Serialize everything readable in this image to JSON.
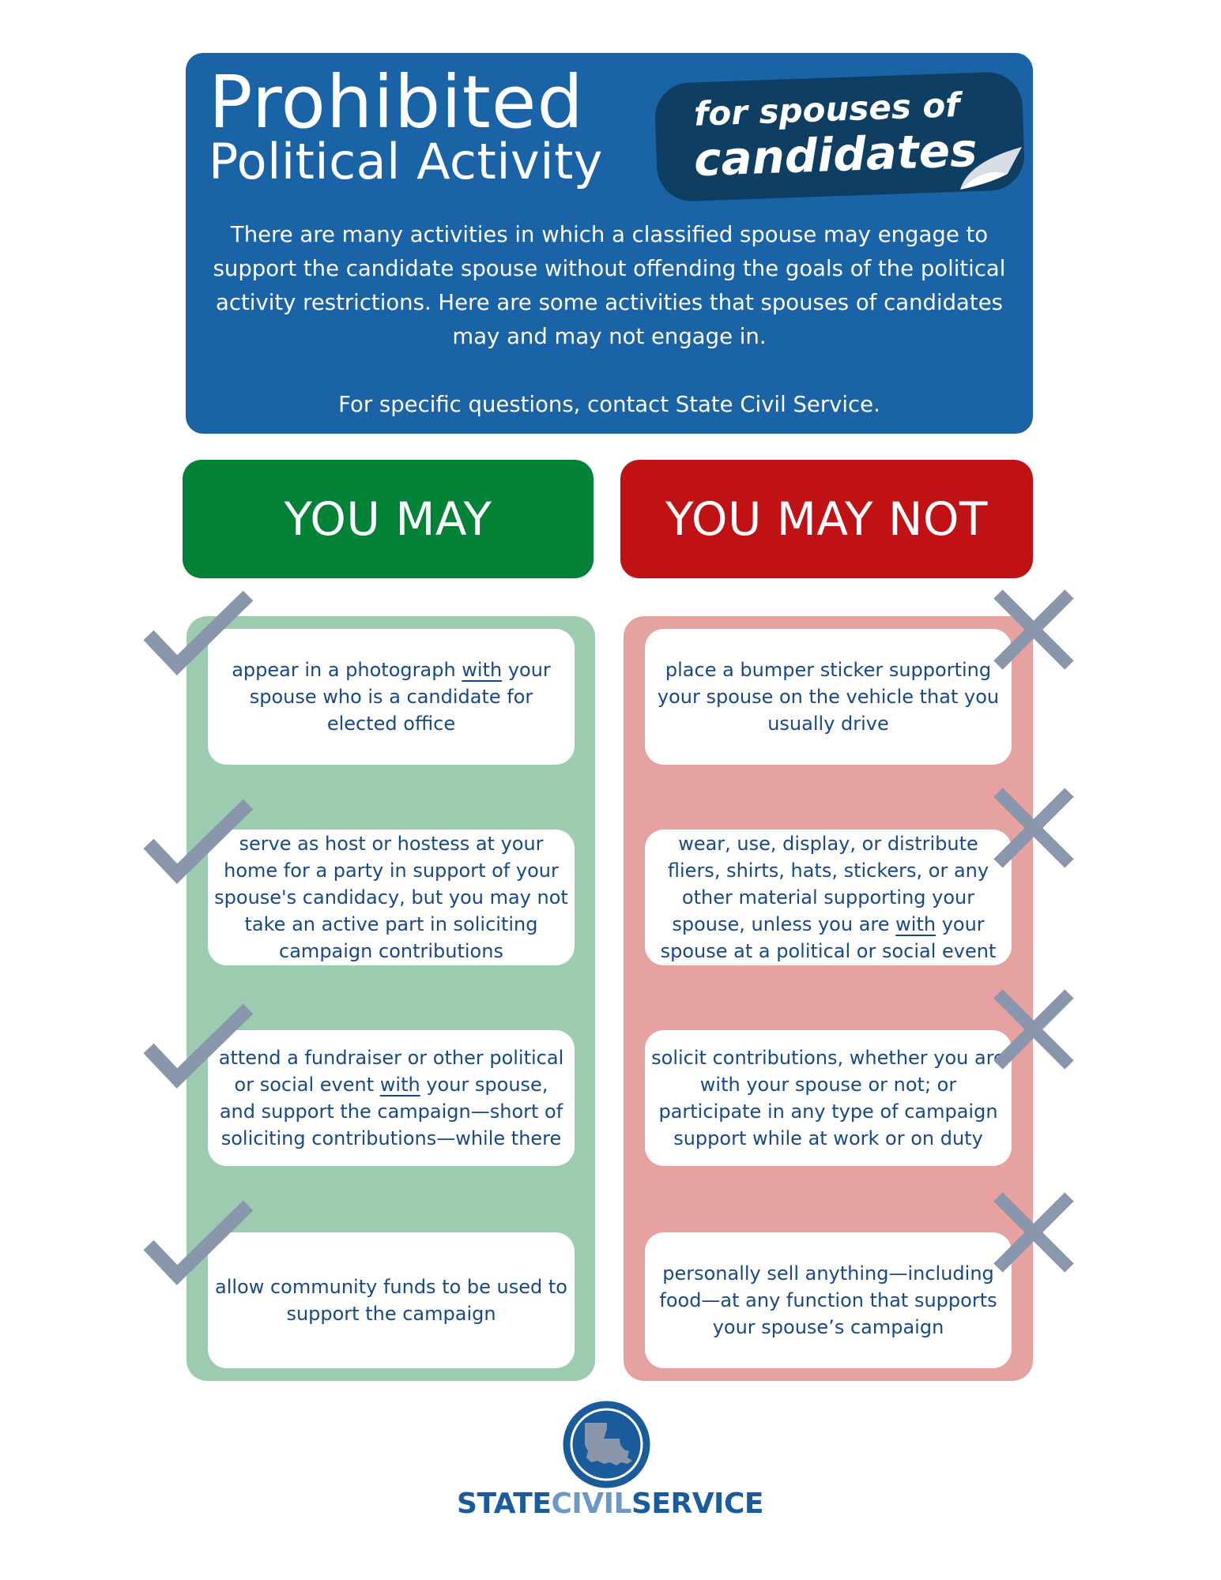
{
  "header": {
    "title_main": "Prohibited",
    "title_sub": "Political Activity",
    "tag_line1": "for spouses of",
    "tag_line2": "candidates",
    "intro": "There are many activities in which a classified spouse may engage to support the candidate spouse without offending the goals of the political activity restrictions. Here are some activities that spouses of candidates may and may not engage in.",
    "contact": "For specific questions, contact State Civil Service."
  },
  "columns": {
    "may_title": "YOU MAY",
    "may_not_title": "YOU MAY NOT"
  },
  "may_items": [
    {
      "before": "appear in a photograph ",
      "underline": "with",
      "after": " your spouse who is a candidate for elected office"
    },
    {
      "before": "serve as host or hostess at your home for a party in support of your spouse's candidacy, but you may not take an active part in soliciting campaign contributions",
      "underline": "",
      "after": ""
    },
    {
      "before": "attend a fundraiser or other political or social event ",
      "underline": "with",
      "after": " your spouse, and support the campaign—short of soliciting contributions—while there"
    },
    {
      "before": "allow community funds to be used to support the campaign",
      "underline": "",
      "after": ""
    }
  ],
  "may_not_items": [
    {
      "before": "place a bumper sticker supporting your spouse on the vehicle that you usually drive",
      "underline": "",
      "after": ""
    },
    {
      "before": "wear, use, display, or distribute fliers, shirts, hats, stickers, or any other material supporting your spouse, unless you are ",
      "underline": "with",
      "after": " your spouse at a political or social event"
    },
    {
      "before": "solicit contributions, whether you are with your spouse or not; or participate in any type of  campaign support while at work or on duty",
      "underline": "",
      "after": ""
    },
    {
      "before": "personally sell anything—including food—at any function that supports your spouse’s campaign",
      "underline": "",
      "after": ""
    }
  ],
  "logo": {
    "part1": "STATE",
    "part2": "CIVIL",
    "part3": "SERVICE",
    "icon": "louisiana-state-icon"
  },
  "colors": {
    "header_blue": "#1a63a6",
    "tag_navy": "#0f3e63",
    "may_green": "#018236",
    "may_not_red": "#c01215",
    "may_bg": "#9ccbb0",
    "may_not_bg": "#e6a1a1",
    "card_text": "#17488a",
    "mark_gray": "#8a96ab"
  }
}
